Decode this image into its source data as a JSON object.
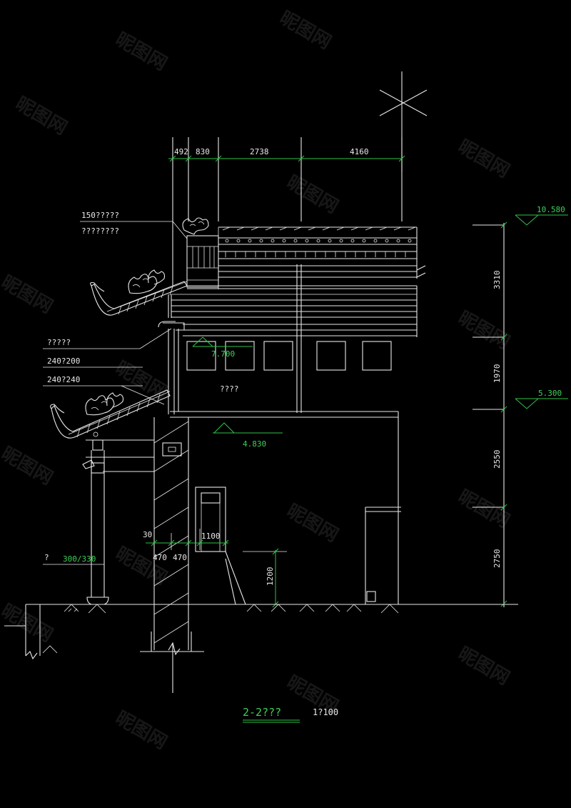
{
  "top_dims": [
    "492",
    "830",
    "2738",
    "4160"
  ],
  "right_dims": [
    "3310",
    "1970",
    "2550",
    "2750"
  ],
  "levels": {
    "roof": "10.580",
    "upper": "7.700",
    "mid": "5.300",
    "lower": "4.830"
  },
  "labels": {
    "l1": "150?????",
    "l2": "????????",
    "l3": "?????",
    "l4": "240?200",
    "l5": "240?240",
    "room": "????",
    "column": "?",
    "column_size": "300/330"
  },
  "small_dims": {
    "d30": "30",
    "d1100": "1100",
    "d470a": "470",
    "d470b": "470",
    "d1200": "1200"
  },
  "title": {
    "name": "2-2???",
    "scale": "1?100"
  },
  "watermark": "昵图网"
}
